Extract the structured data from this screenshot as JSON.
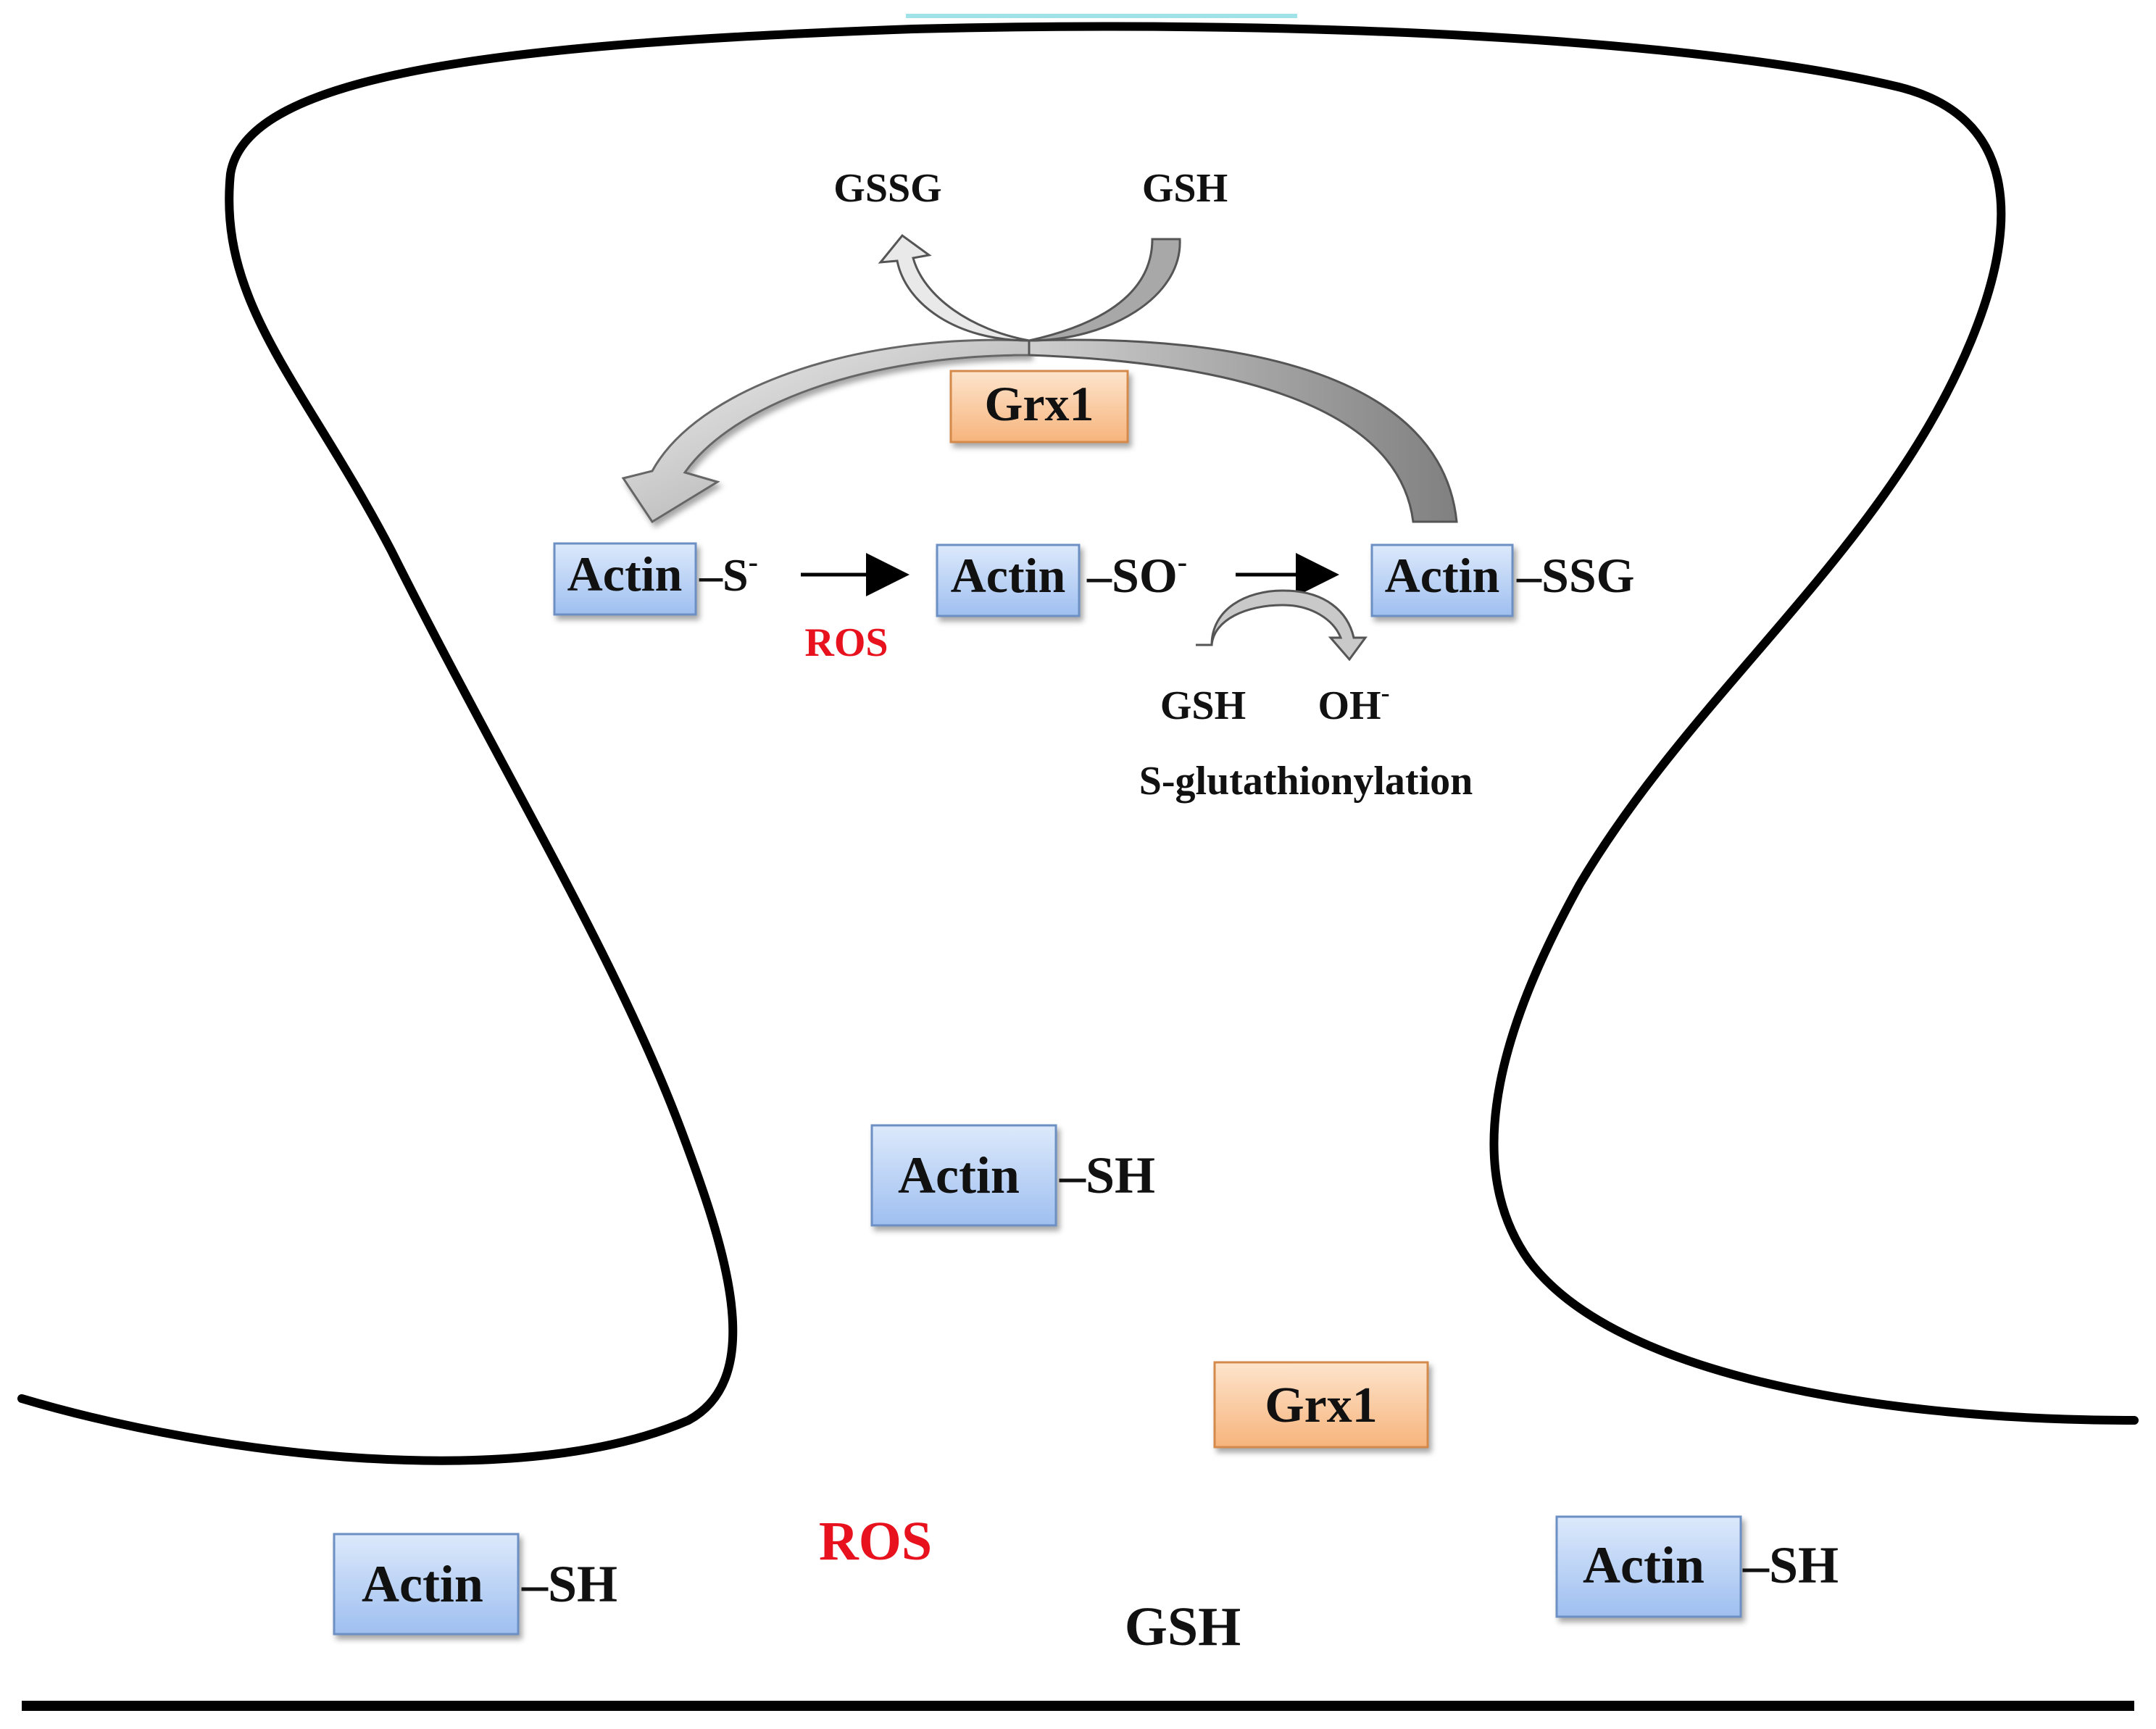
{
  "cycle": {
    "gssg": "GSSG",
    "gsh_top": "GSH",
    "grx1": "Grx1"
  },
  "pathway": {
    "actin_1": "Actin",
    "suffix_1": "–S",
    "suffix_1_sup": "-",
    "ros": "ROS",
    "actin_2": "Actin",
    "suffix_2": "–SO",
    "suffix_2_sup": "-",
    "actin_3": "Actin",
    "suffix_3": "–SSG",
    "gsh": "GSH",
    "oh": "OH",
    "oh_sup": "-",
    "process": "S-glutathionylation"
  },
  "lower": {
    "actin_center": "Actin",
    "actin_center_suffix": "–SH",
    "grx1": "Grx1",
    "ros": "ROS",
    "gsh": "GSH",
    "actin_left": "Actin",
    "actin_left_suffix": "–SH",
    "actin_right": "Actin",
    "actin_right_suffix": "–SH"
  },
  "colors": {
    "actin_box_top": "#dce9fb",
    "actin_box_bottom": "#9fbff0",
    "actin_box_border": "#6c8fc4",
    "grx1_box_top": "#fde4cc",
    "grx1_box_bottom": "#f7b47c",
    "grx1_box_border": "#d48a4c",
    "ros": "#e8121e"
  }
}
